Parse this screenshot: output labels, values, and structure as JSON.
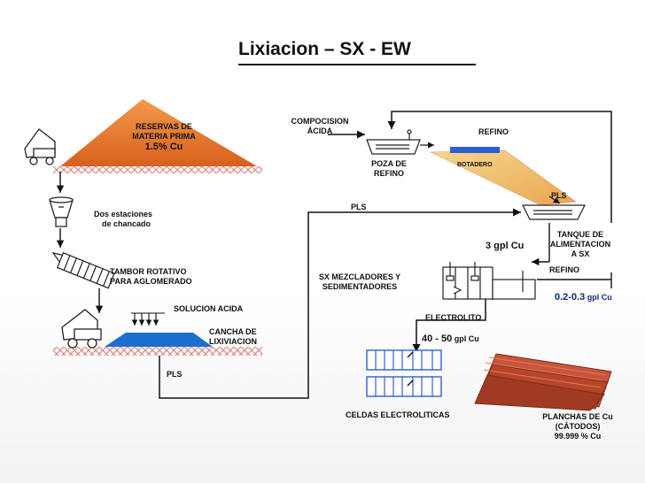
{
  "title": "Lixiacion – SX - EW",
  "labels": {
    "reservas": [
      "RESERVAS DE",
      "MATERIA PRIMA",
      "1.5%  Cu"
    ],
    "estaciones": [
      "Dos estaciones",
      "de chancado"
    ],
    "tambor": [
      "TAMBOR ROTATIVO",
      "PARA AGLOMERADO"
    ],
    "solucion": "SOLUCION ACIDA",
    "cancha": [
      "CANCHA DE",
      "LIXIVIACION"
    ],
    "pls_bottom": "PLS",
    "composicion": [
      "COMPOCISION",
      "ÁCIDA"
    ],
    "poza": [
      "POZA DE",
      "REFINO"
    ],
    "refino_top": "REFINO",
    "botadero": "BOTADERO",
    "pls_right": "PLS",
    "pls_mid": "PLS",
    "tanque": [
      "TANQUE DE",
      "ALIMENTACION",
      "A SX"
    ],
    "gpl3": "3 gpl Cu",
    "refino_mid": "REFINO",
    "sx": [
      "SX  MEZCLADORES  Y",
      "SEDIMENTADORES"
    ],
    "gpl02_value": "0.2-0.3",
    "gpl02_unit": "gpl Cu",
    "electrolito": "ELECTROLITO",
    "gpl40_value": "40 - 50",
    "gpl40_unit": "gpl Cu",
    "celdas": "CELDAS   ELECTROLITICAS",
    "planchas": [
      "PLANCHAS  DE Cu",
      "(CÁTODOS)",
      "99.999 % Cu"
    ]
  },
  "colors": {
    "ore_pile": "#e87a2a",
    "leach_pad": "#1a6fd0",
    "botadero": "#f0c070",
    "cathodes": "#c8553a",
    "cell_blue": "#2e5fd6",
    "ground_hatch": "#e08888",
    "line": "#111111"
  },
  "icons": [
    "dump-truck-icon",
    "crusher-icon",
    "rotary-drum-icon",
    "pond-icon",
    "tank-icon",
    "mixer-settler-icon",
    "electrolytic-cell-icon",
    "cathode-stack-icon"
  ]
}
